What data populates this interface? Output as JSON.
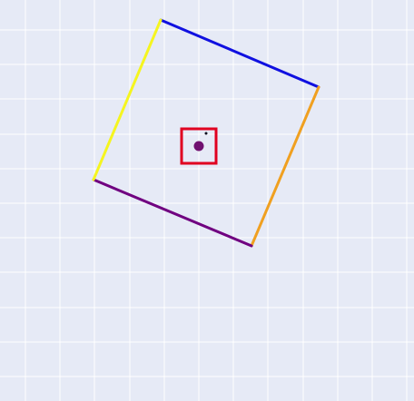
{
  "canvas": {
    "background": "#e6eaf6",
    "grid_color": "#ffffff"
  },
  "square": {
    "sides": [
      {
        "name": "top",
        "color": "#1010e0"
      },
      {
        "name": "right",
        "color": "#f0a020"
      },
      {
        "name": "bottom",
        "color": "#700080"
      },
      {
        "name": "left",
        "color": "#f5f520"
      }
    ]
  },
  "target": {
    "box_color": "#e00020",
    "dot_color": "#701070",
    "marker_color": "#101020"
  }
}
